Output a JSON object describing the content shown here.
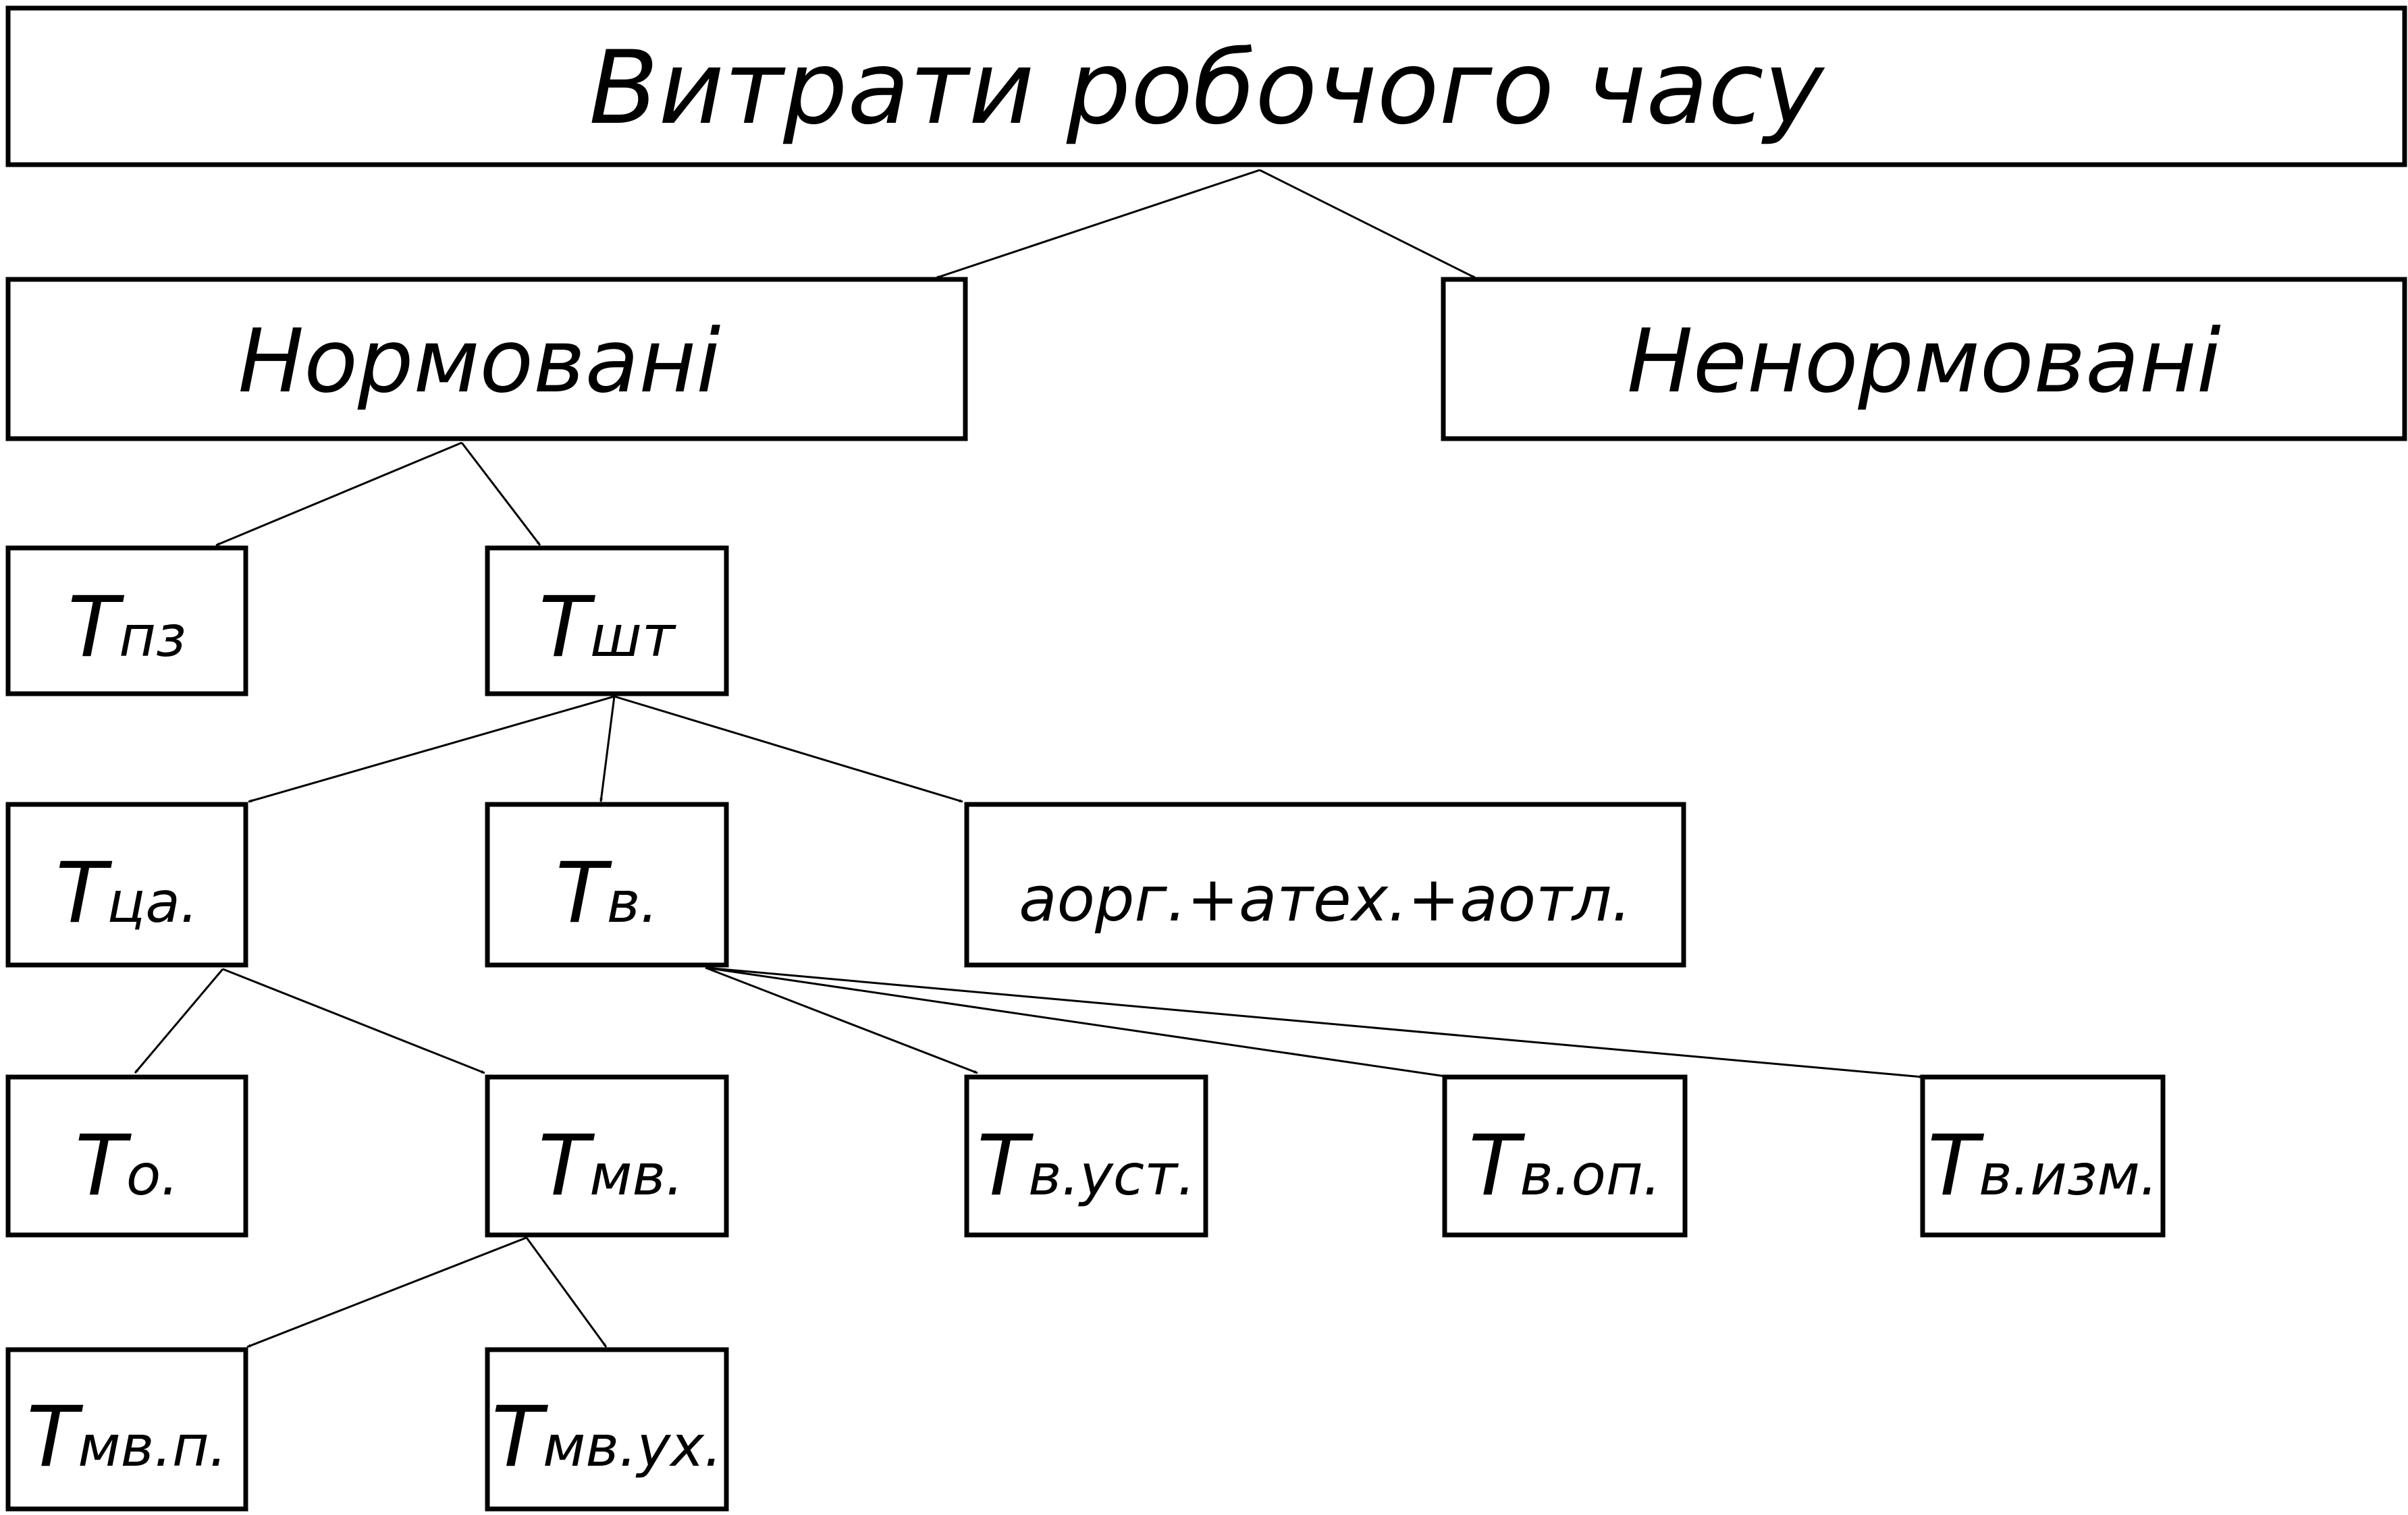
{
  "title": "Витрати робочого часу",
  "categories": {
    "normed": "Нормовані",
    "unnormed": "Ненормовані"
  },
  "nodes": {
    "tpz": {
      "main": "Т",
      "sub": "пз"
    },
    "tsht": {
      "main": "Т",
      "sub": "шт"
    },
    "tca": {
      "main": "Т",
      "sub": "ца."
    },
    "tv": {
      "main": "Т",
      "sub": "в."
    },
    "aorg": {
      "text": "аорг.+атех.+аотл."
    },
    "to": {
      "main": "Т",
      "sub": "о."
    },
    "tmv": {
      "main": "Т",
      "sub": "мв."
    },
    "tvust": {
      "main": "Т",
      "sub": "в.уст."
    },
    "tvop": {
      "main": "Т",
      "sub": "в.оп."
    },
    "tvizm": {
      "main": "Т",
      "sub": "в.изм."
    },
    "tmvp": {
      "main": "Т",
      "sub": "мв.п."
    },
    "tmvuh": {
      "main": "Т",
      "sub": "мв.ух."
    }
  },
  "colors": {
    "line": "#000000",
    "background": "#ffffff"
  }
}
